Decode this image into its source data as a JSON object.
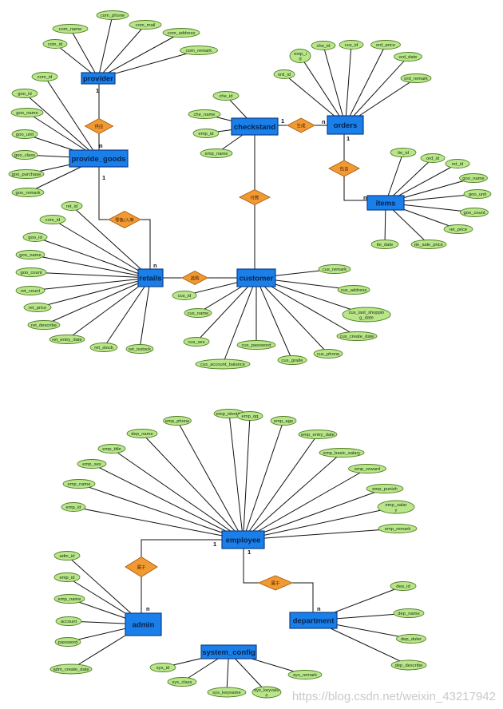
{
  "entities": [
    {
      "id": "provider",
      "label": "provider"
    },
    {
      "id": "provide_goods",
      "label": "provide_goods"
    },
    {
      "id": "checkstand",
      "label": "checkstand"
    },
    {
      "id": "orders",
      "label": "orders"
    },
    {
      "id": "items",
      "label": "items"
    },
    {
      "id": "retails",
      "label": "retails"
    },
    {
      "id": "customer",
      "label": "customer"
    },
    {
      "id": "employee",
      "label": "employee"
    },
    {
      "id": "admin",
      "label": "admin"
    },
    {
      "id": "department",
      "label": "department"
    },
    {
      "id": "system_config",
      "label": "system_config"
    }
  ],
  "attributes": {
    "provider": [
      "com_name",
      "com_phone",
      "com_mail",
      "com_address",
      "com_remark",
      "coin_id"
    ],
    "provide_goods": [
      "com_id",
      "goo_id",
      "goo_name",
      "goo_unit",
      "goo_class",
      "goo_purchase",
      "goo_remark"
    ],
    "checkstand": [
      "che_id",
      "che_name",
      "emp_id",
      "emp_name"
    ],
    "orders": [
      "emp_i\nd",
      "che_id",
      "cus_id",
      "ord_price",
      "ord_date",
      "ord_id",
      "ord_remark"
    ],
    "items": [
      "ite_id",
      "ord_id",
      "ret_id",
      "goo_name",
      "goo_unit",
      "goo_count",
      "ret_price",
      "ite_date",
      "ite_sale_price"
    ],
    "retails": [
      "ret_id",
      "com_id",
      "goo_id",
      "goo_name",
      "goo_count",
      "ret_count",
      "ret_price",
      "ret_describe",
      "ret_entry_date",
      "ret_stock",
      "ret_isstock"
    ],
    "customer": [
      "cus_remark",
      "cus_address",
      "cus_last_shoppin\ng_date",
      "cus_create_date",
      "cus_phone",
      "cus_grade",
      "cus_password",
      "cus_account_balance",
      "cus_sex",
      "cus_name",
      "cus_id"
    ],
    "employee": [
      "emp_identity",
      "emp_phone",
      "emp_qq",
      "emp_age",
      "dep_name",
      "emp_entry_date",
      "emp_title",
      "emp_basic_salary",
      "emp_sex",
      "emp_reward",
      "emp_name",
      "emp_punish",
      "emp_id",
      "emp_salar\ny",
      "emp_remark"
    ],
    "admin": [
      "adm_id",
      "emp_id",
      "emp_name",
      "account",
      "password",
      "adm_create_date"
    ],
    "department": [
      "dep_id",
      "dep_name",
      "dep_duter",
      "dep_describe"
    ],
    "system_config": [
      "sys_id",
      "sys_class",
      "sys_keyname",
      "sys_keyvalu\ne",
      "sys_remark"
    ]
  },
  "relationships": [
    {
      "id": "supply",
      "label": "供应",
      "from": "provider",
      "to": "provide_goods",
      "from_card": "1",
      "to_card": "n"
    },
    {
      "id": "retail_sale",
      "label": "零售/入库",
      "from": "provide_goods",
      "to": "retails",
      "from_card": "1",
      "to_card": "n"
    },
    {
      "id": "generate",
      "label": "生成",
      "from": "checkstand",
      "to": "orders",
      "from_card": "1",
      "to_card": "n"
    },
    {
      "id": "contain",
      "label": "包含",
      "from": "orders",
      "to": "items",
      "from_card": "1",
      "to_card": "n"
    },
    {
      "id": "pay",
      "label": "付款",
      "from": "checkstand",
      "to": "customer",
      "from_card": "",
      "to_card": ""
    },
    {
      "id": "purchase",
      "label": "选购",
      "from": "retails",
      "to": "customer",
      "from_card": "",
      "to_card": ""
    },
    {
      "id": "belong_admin",
      "label": "属于",
      "from": "employee",
      "to": "admin",
      "from_card": "1",
      "to_card": "n"
    },
    {
      "id": "belong_dept",
      "label": "属于",
      "from": "employee",
      "to": "department",
      "from_card": "1",
      "to_card": "n"
    }
  ],
  "watermark": "https://blog.csdn.net/weixin_43217942"
}
